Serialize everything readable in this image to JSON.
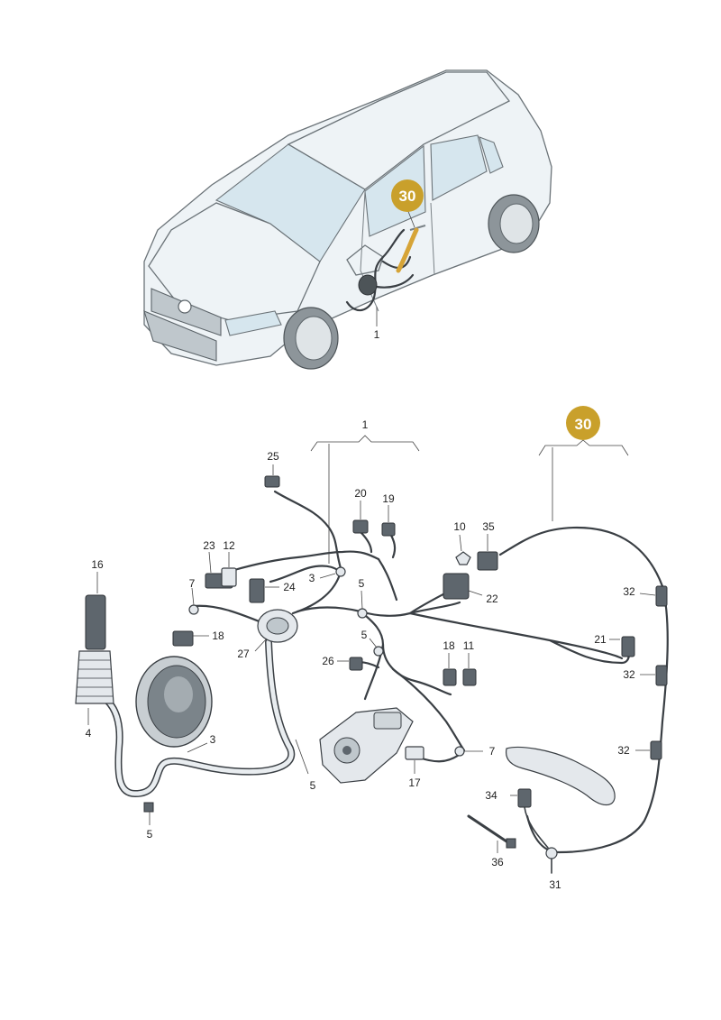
{
  "colors": {
    "badge_fill": "#c9a02b",
    "highlight_wire": "#d6a437",
    "line": "#3a3f44",
    "text": "#222222"
  },
  "badges": {
    "car": "30",
    "detail": "30"
  },
  "callouts": {
    "car_harness": "1",
    "harness_group": "1",
    "p25": "25",
    "p20": "20",
    "p19": "19",
    "p10": "10",
    "p35": "35",
    "p23": "23",
    "p12": "12",
    "p16": "16",
    "p3a": "3",
    "p7a": "7",
    "p24": "24",
    "p5a": "5",
    "p22": "22",
    "p32a": "32",
    "p18a": "18",
    "p27": "27",
    "p5b": "5",
    "p21": "21",
    "p26": "26",
    "p18b": "18",
    "p11": "11",
    "p32b": "32",
    "p4": "4",
    "p3b": "3",
    "p7b": "7",
    "p32c": "32",
    "p5c": "5",
    "p17": "17",
    "p34": "34",
    "p5d": "5",
    "p36": "36",
    "p31": "31"
  }
}
